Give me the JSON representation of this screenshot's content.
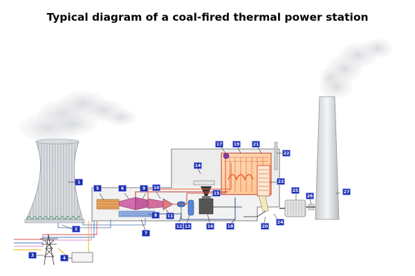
{
  "title": "Typical diagram of a coal-fired thermal power station",
  "labels": [
    "1",
    "2",
    "3",
    "4",
    "5",
    "6",
    "7",
    "8",
    "9",
    "10",
    "11",
    "12",
    "13",
    "14",
    "15",
    "16",
    "17",
    "18",
    "19",
    "20",
    "21",
    "22",
    "23",
    "24",
    "25",
    "26",
    "27"
  ]
}
